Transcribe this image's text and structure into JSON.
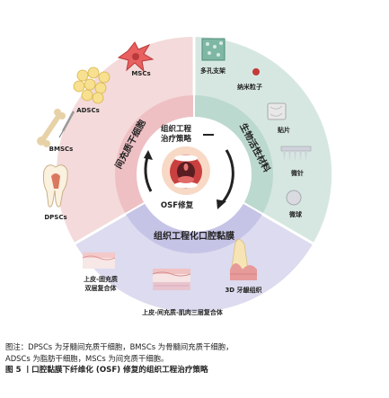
{
  "sectors": {
    "left_title": "间充质干细胞",
    "right_title": "生物活性材料",
    "bottom_title": "组织工程化口腔黏膜"
  },
  "center": {
    "top_label_line1": "组织工程",
    "top_label_line2": "治疗策略",
    "bottom_label": "OSF修复"
  },
  "left_items": {
    "mscs": "MSCs",
    "adscs": "ADSCs",
    "bmscs": "BMSCs",
    "dpscs": "DPSCs"
  },
  "right_items": {
    "scaffold": "多孔支架",
    "nanoparticle": "纳米粒子",
    "patch": "贴片",
    "microneedle": "微针",
    "microsphere": "微球"
  },
  "bottom_items": {
    "bilayer_line1": "上皮-固充质",
    "bilayer_line2": "双层复合体",
    "trilayer": "上皮-间充质-肌肉三层复合体",
    "gingiva3d": "3D 牙龈组织"
  },
  "caption": {
    "note_line1": "图注：DPSCs 为牙髓间充质干细胞，BMSCs 为骨髓间充质干细胞，",
    "note_line2": "ADSCs 为脂肪干细胞，MSCs 为间充质干细胞。",
    "title": "图 5 丨口腔黏膜下纤维化 (OSF) 修复的组织工程治疗策略"
  },
  "colors": {
    "left_sector": "#f5dcdc",
    "right_sector": "#d8e7e2",
    "bottom_sector": "#dcdcef"
  }
}
